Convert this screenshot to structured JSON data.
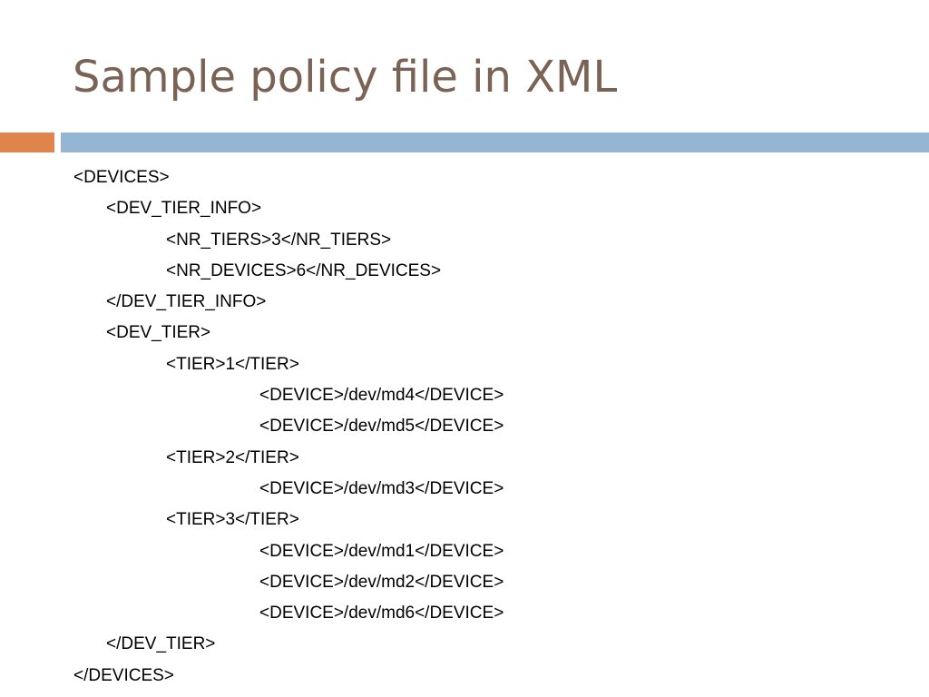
{
  "slide": {
    "title": "Sample policy file in XML",
    "colors": {
      "title": "#7a6355",
      "accent_bar": "#e0844e",
      "main_bar": "#94b6d2"
    },
    "lines": [
      {
        "text": "<DEVICES>",
        "indent": 0
      },
      {
        "text": "<DEV_TIER_INFO>",
        "indent": 1
      },
      {
        "text": "<NR_TIERS>3</NR_TIERS>",
        "indent": 2
      },
      {
        "text": "<NR_DEVICES>6</NR_DEVICES>",
        "indent": 2
      },
      {
        "text": "</DEV_TIER_INFO>",
        "indent": 1
      },
      {
        "text": "<DEV_TIER>",
        "indent": 1
      },
      {
        "text": "<TIER>1</TIER>",
        "indent": 2
      },
      {
        "text": "<DEVICE>/dev/md4</DEVICE>",
        "indent": 3
      },
      {
        "text": "<DEVICE>/dev/md5</DEVICE>",
        "indent": 3
      },
      {
        "text": "<TIER>2</TIER>",
        "indent": 2
      },
      {
        "text": "<DEVICE>/dev/md3</DEVICE>",
        "indent": 3
      },
      {
        "text": "<TIER>3</TIER>",
        "indent": 2
      },
      {
        "text": "<DEVICE>/dev/md1</DEVICE>",
        "indent": 3
      },
      {
        "text": "<DEVICE>/dev/md2</DEVICE>",
        "indent": 3
      },
      {
        "text": "<DEVICE>/dev/md6</DEVICE>",
        "indent": 3
      },
      {
        "text": "</DEV_TIER>",
        "indent": 1
      },
      {
        "text": "</DEVICES>",
        "indent": 0
      }
    ]
  }
}
